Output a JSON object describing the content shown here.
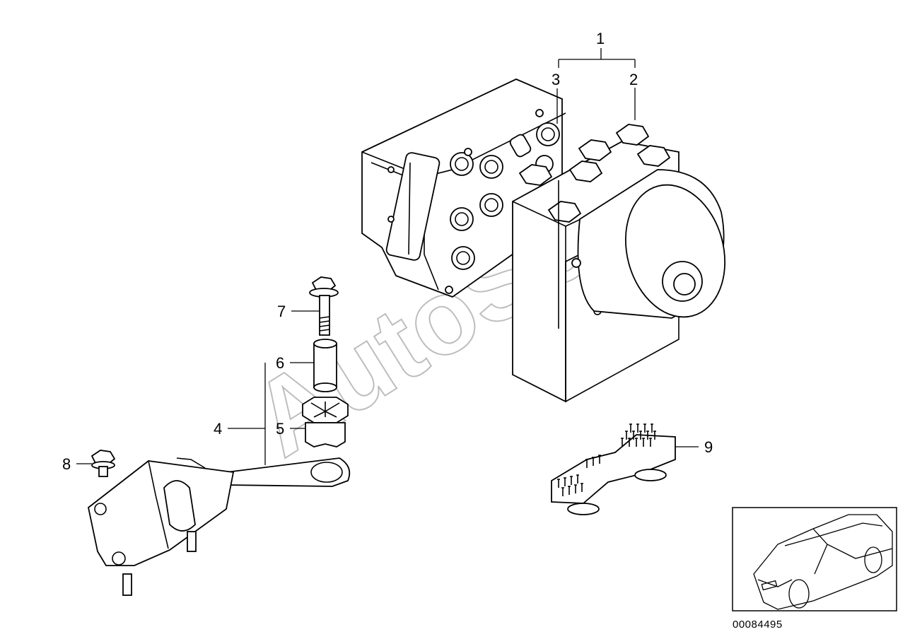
{
  "diagram": {
    "callouts": {
      "c1": "1",
      "c2": "2",
      "c3": "3",
      "c4": "4",
      "c5": "5",
      "c6": "6",
      "c7": "7",
      "c8": "8",
      "c9": "9"
    },
    "watermark": "AutoSoft",
    "reference_number": "00084495",
    "thumbnail_icon": "car-silhouette-icon"
  }
}
